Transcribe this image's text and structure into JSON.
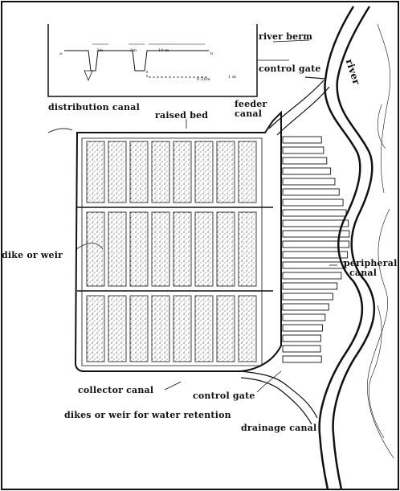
{
  "labels": {
    "river_berm": "river berm",
    "control_gate_top": "control gate",
    "river": "river",
    "feeder_canal_1": "feeder",
    "feeder_canal_2": "canal",
    "distribution_canal": "distribution canal",
    "raised_bed": "raised  bed",
    "dike_or_weir": "dike or  weir",
    "peripheral_canal_1": "peripheral",
    "peripheral_canal_2": "canal",
    "collector_canal": "collector canal",
    "control_gate_bottom": "control gate",
    "dikes_weir_retention": "dikes or weir for water retention",
    "drainage_canal": "drainage canal"
  },
  "inset": {
    "dim_left": "3m",
    "dim_mid": "3m",
    "dim_right": "10 m",
    "depth_1": "0.50m",
    "depth_2": "1 m",
    "point_a": "a",
    "point_b": "b"
  },
  "colors": {
    "ink": "#111111",
    "stipple": "#555555",
    "background": "#ffffff"
  }
}
